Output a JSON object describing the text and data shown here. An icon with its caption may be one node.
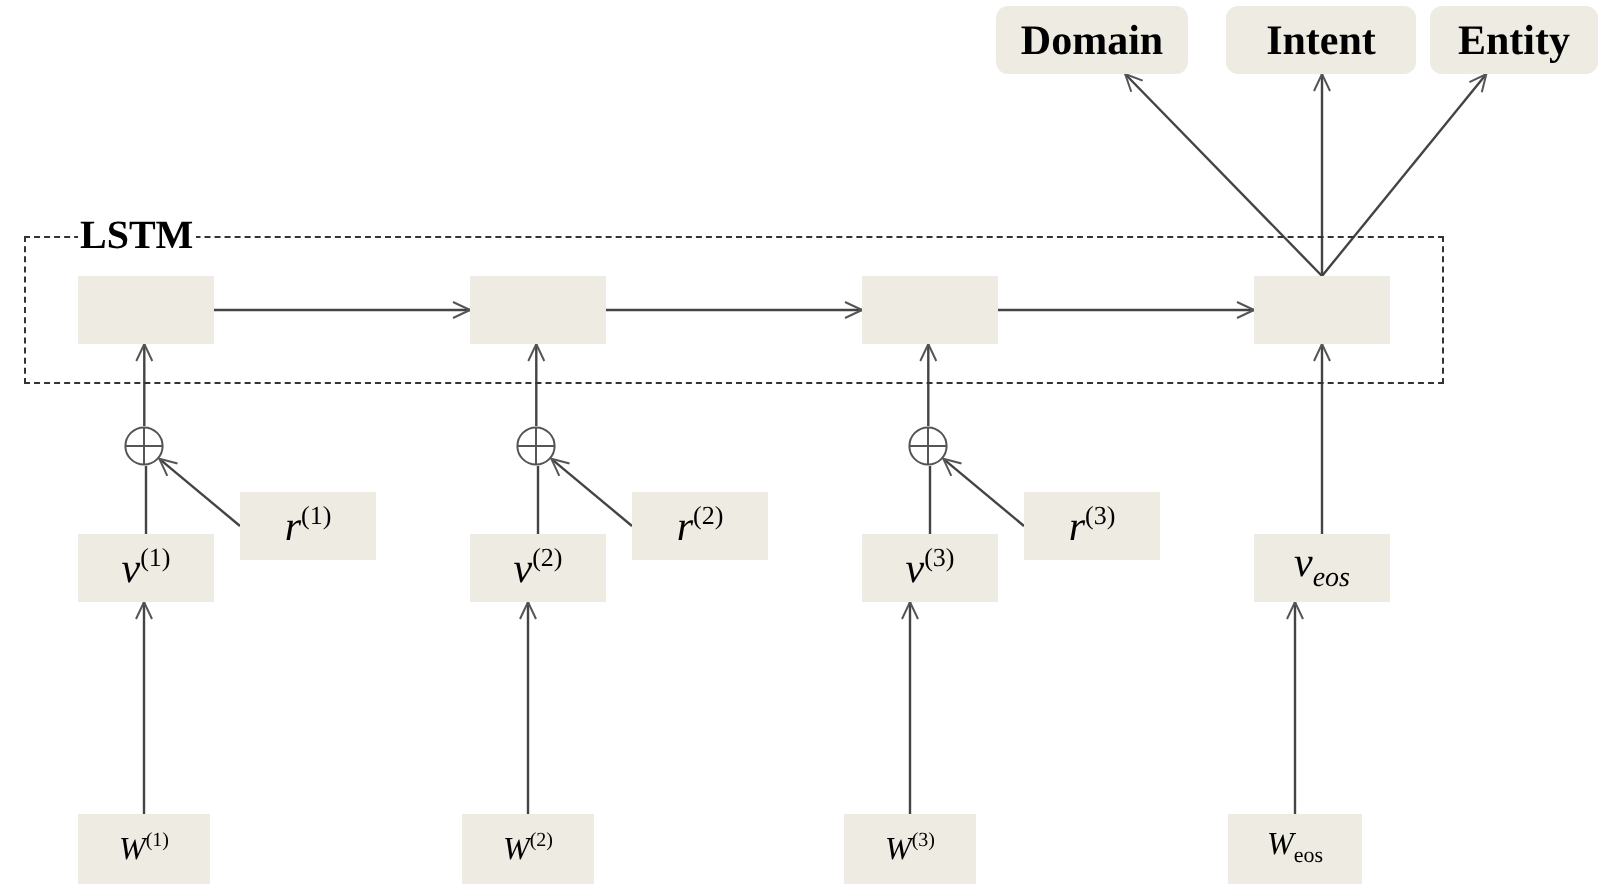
{
  "diagram": {
    "nodes": [
      {
        "text": [
          "Domain"
        ]
      },
      {
        "text": [
          "Intent"
        ]
      },
      {
        "text": [
          "Entity"
        ]
      },
      {
        "text": [
          "LSTM"
        ]
      },
      {
        "text": [],
        "shape": "box",
        "in": 3
      },
      {
        "text": [],
        "shape": "box",
        "in": 3
      },
      {
        "text": [],
        "shape": "box",
        "in": 3
      },
      {
        "text": [],
        "shape": "box",
        "in": 3
      },
      {
        "text": [],
        "shape": "circle"
      },
      {
        "text": [],
        "shape": "circle"
      },
      {
        "text": [],
        "shape": "circle"
      },
      {
        "text": [
          "*r*$^{(1)}$"
        ]
      },
      {
        "text": [
          "*r*$^{(2)}$"
        ]
      },
      {
        "text": [
          "*r*$^{(3)}$"
        ]
      },
      {
        "text": [
          "*v*$^{(1)}$"
        ]
      },
      {
        "text": [
          "*v*$^{(2)}$"
        ]
      },
      {
        "text": [
          "*v*$^{(3)}$"
        ]
      },
      {
        "text": [
          "*v*$_{eos}$"
        ]
      },
      {
        "text": [
          "*W*$^{(1)}$"
        ]
      },
      {
        "text": [
          "*W*$^{(2)}$"
        ]
      },
      {
        "text": [
          "*W*$^{(3)}$"
        ]
      },
      {
        "text": [
          "*W*$_{eos}$"
        ]
      }
    ],
    "edges": [
      {
        "from": 4,
        "to": 5,
        "arrow": "to"
      },
      {
        "from": 5,
        "to": 6,
        "arrow": "to"
      },
      {
        "from": 6,
        "to": 7,
        "arrow": "to"
      },
      {
        "from": 7,
        "to": 0,
        "arrow": "to"
      },
      {
        "from": 7,
        "to": 1,
        "arrow": "to"
      },
      {
        "from": 7,
        "to": 2,
        "arrow": "to"
      },
      {
        "from": 8,
        "to": 4,
        "arrow": "to"
      },
      {
        "from": 9,
        "to": 5,
        "arrow": "to"
      },
      {
        "from": 10,
        "to": 6,
        "arrow": "to"
      },
      {
        "from": 11,
        "to": 8,
        "arrow": "to"
      },
      {
        "from": 12,
        "to": 9,
        "arrow": "to"
      },
      {
        "from": 13,
        "to": 10,
        "arrow": "to"
      },
      {
        "from": 14,
        "to": 8,
        "arrow": "none"
      },
      {
        "from": 15,
        "to": 9,
        "arrow": "none"
      },
      {
        "from": 16,
        "to": 10,
        "arrow": "none"
      },
      {
        "from": 17,
        "to": 7,
        "arrow": "to"
      },
      {
        "from": 18,
        "to": 14,
        "arrow": "to"
      },
      {
        "from": 19,
        "to": 15,
        "arrow": "to"
      },
      {
        "from": 20,
        "to": 16,
        "arrow": "to"
      },
      {
        "from": 21,
        "to": 17,
        "arrow": "to"
      }
    ]
  }
}
